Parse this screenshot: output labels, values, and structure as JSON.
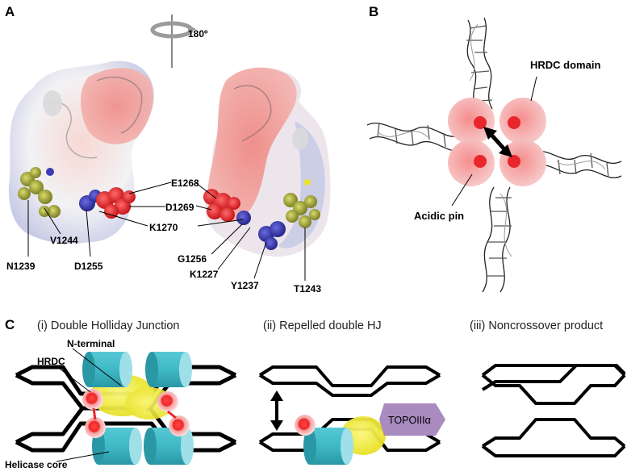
{
  "panels": {
    "a": {
      "letter": "A",
      "rotation": "180º",
      "residues": {
        "e1268": "E1268",
        "d1269": "D1269",
        "k1270": "K1270",
        "v1244": "V1244",
        "n1239": "N1239",
        "d1255": "D1255",
        "g1256": "G1256",
        "k1227": "K1227",
        "y1237": "Y1237",
        "t1243": "T1243"
      }
    },
    "b": {
      "letter": "B",
      "hrdc_label": "HRDC domain",
      "pin_label": "Acidic pin"
    },
    "c": {
      "letter": "C",
      "captions": {
        "i": "(i) Double Holliday Junction",
        "ii": "(ii) Repelled double HJ",
        "iii": "(iii) Noncrossover product"
      },
      "labels": {
        "n_terminal": "N-terminal",
        "hrdc": "HRDC",
        "helicase_core": "Helicase core",
        "topo": "TOPOIIIα"
      }
    }
  },
  "colors": {
    "acidic_red": "#e8262b",
    "basic_blue": "#3c3cb4",
    "hydrophobic_olive": "#a8ac3a",
    "cylinder_cyan": "#39b8c6",
    "ntermin_yellow": "#f3ee3a",
    "topo_purple": "#a98bc0",
    "hrdc_pink": "#f3a6a6"
  }
}
